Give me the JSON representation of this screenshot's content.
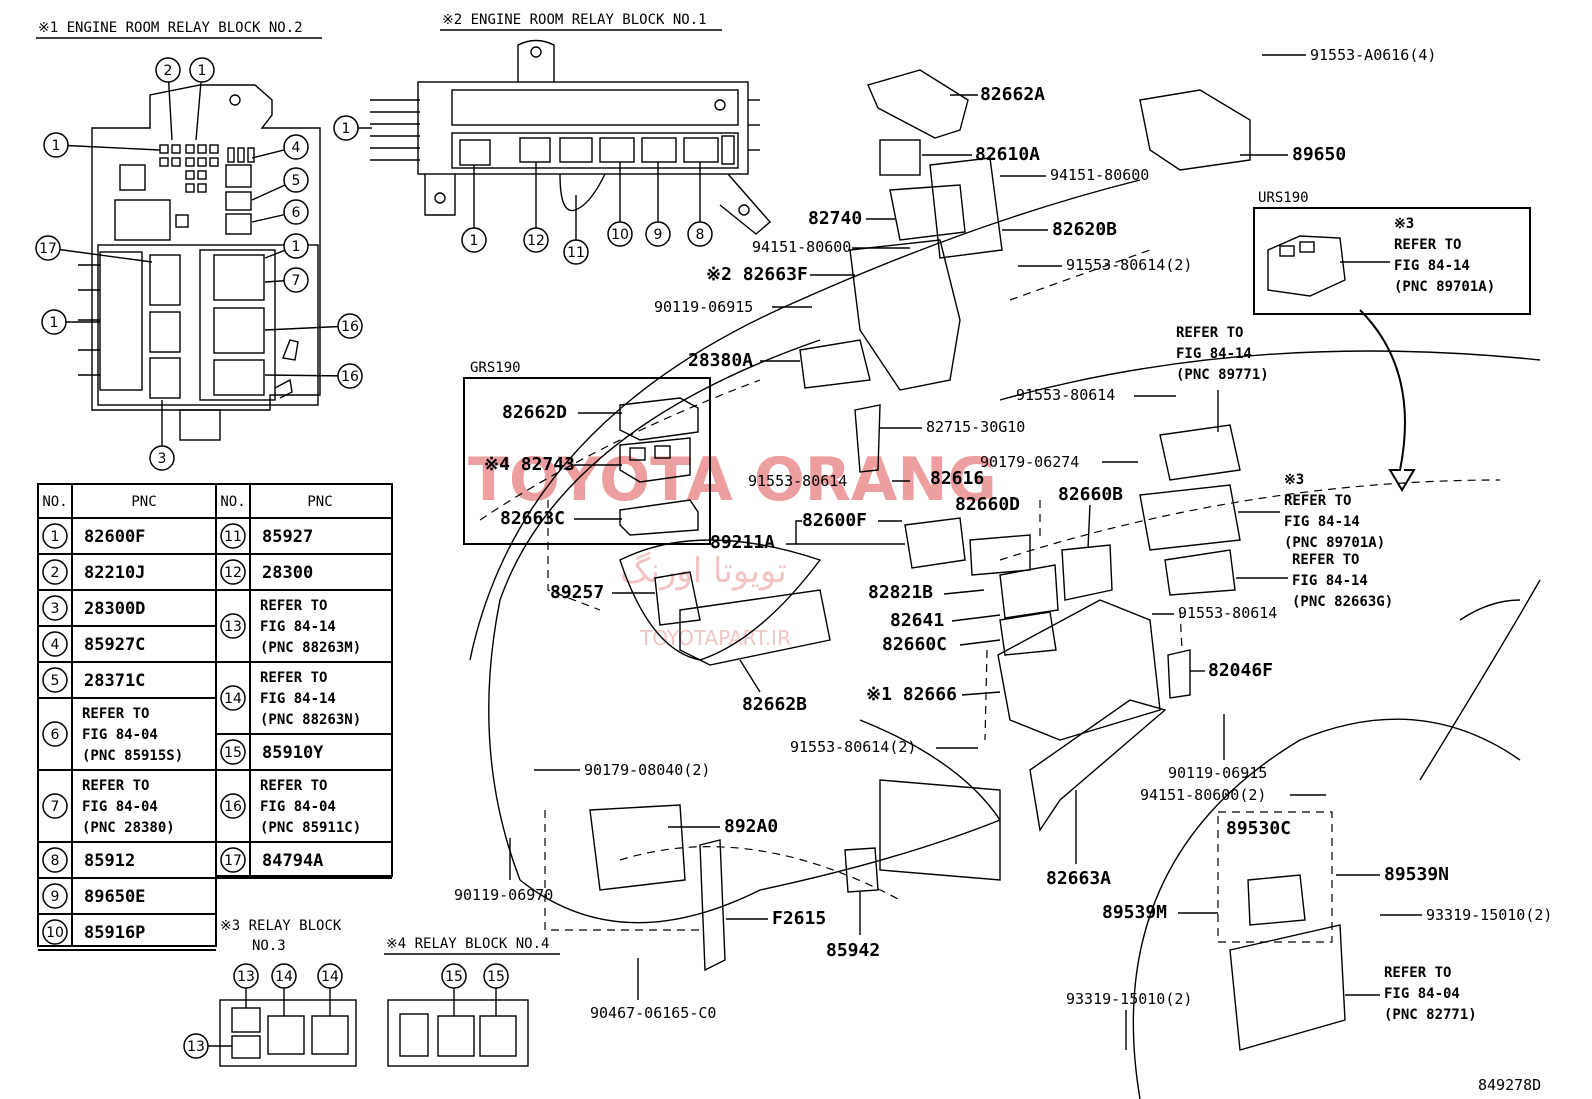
{
  "diagram_id": "849278D",
  "watermark": {
    "brand": "TOYOTA ORANG",
    "arabic": "تویوتا اورنگ",
    "site": "TOYOTAPART.IR"
  },
  "block_titles": {
    "block2": "※1 ENGINE ROOM RELAY BLOCK NO.2",
    "block1": "※2 ENGINE ROOM RELAY BLOCK NO.1",
    "relay3": "※3 RELAY BLOCK",
    "relay3b": "NO.3",
    "relay4": "※4 RELAY BLOCK NO.4",
    "grs190": "GRS190",
    "urs190": "URS190"
  },
  "table": {
    "col_no": "NO.",
    "col_pnc": "PNC",
    "left_rows": [
      {
        "no": "1",
        "pnc": "82600F"
      },
      {
        "no": "2",
        "pnc": "82210J"
      },
      {
        "no": "3",
        "pnc": "28300D"
      },
      {
        "no": "4",
        "pnc": "85927C"
      },
      {
        "no": "5",
        "pnc": "28371C"
      },
      {
        "no": "6",
        "pnc": "REFER TO|FIG 84-04|(PNC 85915S)"
      },
      {
        "no": "7",
        "pnc": "REFER TO|FIG 84-04|(PNC 28380)"
      },
      {
        "no": "8",
        "pnc": "85912"
      },
      {
        "no": "9",
        "pnc": "89650E"
      },
      {
        "no": "10",
        "pnc": "85916P"
      }
    ],
    "right_rows": [
      {
        "no": "11",
        "pnc": "85927"
      },
      {
        "no": "12",
        "pnc": "28300"
      },
      {
        "no": "13",
        "pnc": "REFER TO|FIG 84-14|(PNC 88263M)"
      },
      {
        "no": "14",
        "pnc": "REFER TO|FIG 84-14|(PNC 88263N)"
      },
      {
        "no": "15",
        "pnc": "85910Y"
      },
      {
        "no": "16",
        "pnc": "REFER TO|FIG 84-04|(PNC 85911C)"
      },
      {
        "no": "17",
        "pnc": "84794A"
      }
    ]
  },
  "callouts": {
    "c82662A": "82662A",
    "c82610A": "82610A",
    "c94151_80600a": "94151-80600",
    "c82620B": "82620B",
    "c82740": "82740",
    "c94151_80600b": "94151-80600",
    "c82663F": "※2 82663F",
    "c91553_80614_2a": "91553-80614(2)",
    "c90119_06915a": "90119-06915",
    "c28380A": "28380A",
    "c91553_A0616": "91553-A0616(4)",
    "c89650": "89650",
    "c82715": "82715-30G10",
    "c91553_80614a": "91553-80614",
    "c82616": "82616",
    "c90179_06274": "90179-06274",
    "c82660D": "82660D",
    "c82660B": "82660B",
    "c82600F": "82600F",
    "c89211A": "89211A",
    "c82662D": "82662D",
    "c82743": "※4 82743",
    "c82663C": "82663C",
    "c89257": "89257",
    "c82821B": "82821B",
    "c82641": "82641",
    "c82660C": "82660C",
    "c82662B": "82662B",
    "c82666": "※1 82666",
    "c91553_80614_2b": "91553-80614(2)",
    "c91553_80614b": "91553-80614",
    "c91553_80614c": "91553-80614",
    "c82046F": "82046F",
    "c90179_08040": "90179-08040(2)",
    "c892A0": "892A0",
    "c90119_06970": "90119-06970",
    "cF2615": "F2615",
    "c85942": "85942",
    "c90467": "90467-06165-C0",
    "c82663A": "82663A",
    "c90119_06915b": "90119-06915",
    "c94151_80600_2": "94151-80600(2)",
    "c89530C": "89530C",
    "c89539N": "89539N",
    "c89539M": "89539M",
    "c93319_a": "93319-15010(2)",
    "c93319_b": "93319-15010(2)"
  },
  "refer_notes": {
    "urs_refer": "※3|REFER TO|FIG 84-14|(PNC 89701A)",
    "r89771": "REFER TO|FIG 84-14|(PNC 89771)",
    "r89701A": "※3|REFER TO|FIG 84-14|(PNC 89701A)",
    "r82663G": "REFER TO|FIG 84-14|(PNC 82663G)",
    "r82771": "REFER TO|FIG 84-04|(PNC 82771)"
  },
  "circle_nums": {
    "b2": [
      "2",
      "1",
      "1",
      "4",
      "5",
      "6",
      "17",
      "1",
      "7",
      "1",
      "16",
      "16",
      "3"
    ],
    "b1": [
      "1",
      "1",
      "12",
      "11",
      "10",
      "9",
      "8"
    ],
    "r3": [
      "13",
      "14",
      "14",
      "13"
    ],
    "r4": [
      "15",
      "15"
    ]
  }
}
